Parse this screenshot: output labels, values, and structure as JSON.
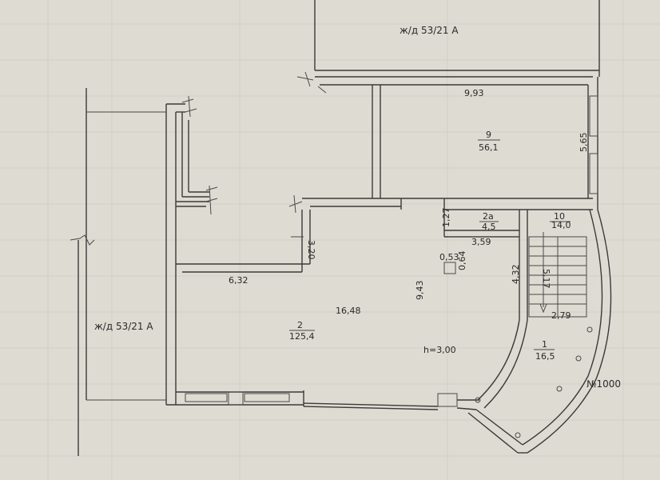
{
  "labels": {
    "adjacent_top": "ж/д 53/21 А",
    "adjacent_left": "ж/д 53/21 А",
    "building_no": "№1000",
    "ceiling_height": "h=3,00"
  },
  "rooms": {
    "r9": {
      "num": "9",
      "area": "56,1"
    },
    "r2": {
      "num": "2",
      "area": "125,4"
    },
    "r2a": {
      "num": "2а",
      "area": "4,5"
    },
    "r10": {
      "num": "10",
      "area": "14,0"
    },
    "r1": {
      "num": "1",
      "area": "16,5"
    }
  },
  "dims": {
    "d993": "9,93",
    "d565": "5,65",
    "d127": "1,27",
    "d359": "3,59",
    "d320": "3,20",
    "d632": "6,32",
    "d1648": "16,48",
    "d943": "9,43",
    "d053": "0,53",
    "d064": "0,64",
    "d432": "4,32",
    "d517": "5,17",
    "d279": "2,79"
  },
  "colors": {
    "paper": "#dedbd2",
    "wall": "#3a3a3a",
    "grid": "#cfccc3"
  }
}
